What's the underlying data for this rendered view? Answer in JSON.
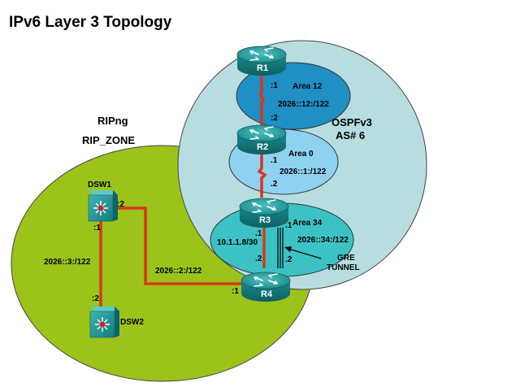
{
  "title": "IPv6 Layer 3 Topology",
  "domains": {
    "rip": {
      "line1": "RIPng",
      "line2": "RIP_ZONE",
      "color": "#9bc31a"
    },
    "ospf": {
      "line1": "OSPFv3",
      "line2": "AS# 6",
      "color": "#b8dde0"
    }
  },
  "areas": {
    "area12": {
      "name": "Area 12",
      "prefix": "2026::12:/122",
      "color": "#1f8fc4"
    },
    "area0": {
      "name": "Area 0",
      "prefix": "2026::1:/122",
      "color": "#8fd2f0"
    },
    "area34": {
      "name": "Area 34",
      "prefix": "2026::34:/122",
      "color": "#3cc2c4"
    }
  },
  "devices": {
    "r1": "R1",
    "r2": "R2",
    "r3": "R3",
    "r4": "R4",
    "dsw1": "DSW1",
    "dsw2": "DSW2"
  },
  "links": {
    "r1_r2": {
      "r1_if": ":1",
      "r2_if": ":2"
    },
    "r2_r3": {
      "r2_if": ".1",
      "r3_if": ".2"
    },
    "r3_r4": {
      "r3_if": ".1",
      "r4_if": ".2",
      "subnet": "10.1.1.8/30"
    },
    "tunnel": {
      "r3_if": ".1",
      "r4_if": ".2",
      "label_line1": "GRE",
      "label_line2": "TUNNEL"
    },
    "dsw1_dsw2": {
      "dsw1_if": ":1",
      "dsw2_if": ":2",
      "prefix": "2026::3:/122"
    },
    "dsw1_r4": {
      "dsw1_if": ":2",
      "r4_if": ":1",
      "prefix": "2026::2:/122"
    }
  },
  "colors": {
    "link": "#d9361a",
    "router": "#1c8c8c",
    "switch": "#2ea3a3"
  }
}
